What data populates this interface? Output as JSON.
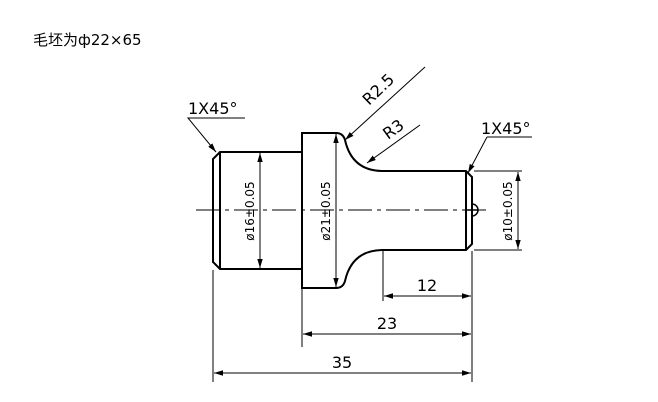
{
  "caption": {
    "text": "毛坯为ф22×65"
  },
  "colors": {
    "line": "#000000",
    "background": "#ffffff"
  },
  "annotations": {
    "chamfer_left": "1X45°",
    "chamfer_right": "1X45°",
    "radius_large": "R2.5",
    "radius_small": "R3"
  },
  "diameters": {
    "d16": "ø16±0.05",
    "d21": "ø21±0.05",
    "d10": "ø10±0.05"
  },
  "lengths": {
    "l12": "12",
    "l23": "23",
    "l35": "35"
  }
}
